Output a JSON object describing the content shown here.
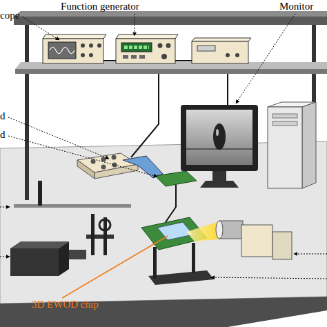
{
  "diagram": {
    "labels": [
      "Function generator",
      "Monitor",
      "cope",
      "d",
      "d",
      "3D EWOD chip"
    ]
  }
}
